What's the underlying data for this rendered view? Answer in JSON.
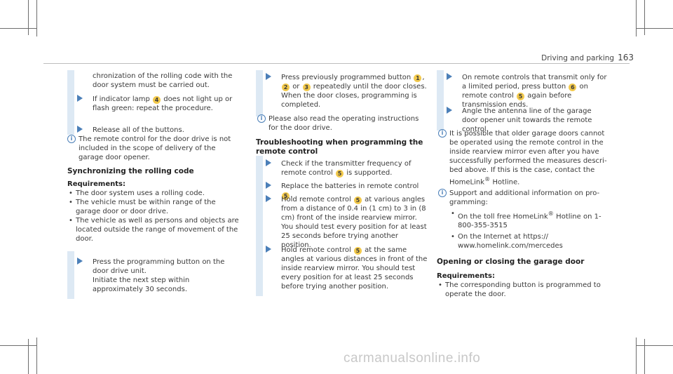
{
  "header": {
    "section": "Driving and parking",
    "page": "163"
  },
  "col1": {
    "intro": "chronization of the rolling code with the door system must be carried out.",
    "step1_pre": "If indicator lamp",
    "step1_num": "4",
    "step1_post": "does not light up or flash green: repeat the procedure.",
    "step2": "Release all of the buttons.",
    "note1": "The remote control for the door drive is not included in the scope of delivery of the garage door opener.",
    "heading": "Synchronizing the rolling code",
    "req_label": "Requirements:",
    "req_items": [
      "The door system uses a rolling code.",
      "The vehicle must be within range of the garage door or door drive.",
      "The vehicle as well as persons and objects are located outside the range of movement of the door."
    ],
    "step3a": "Press the programming button on the door drive unit.",
    "step3b": "Initiate the next step within approximately 30 seconds."
  },
  "col2": {
    "s1_a": "Press previously programmed button",
    "s1_n1": "1",
    "s1_sep": ",",
    "s1_n2": "2",
    "s1_b": "or",
    "s1_n3": "3",
    "s1_c": "repeatedly until the door closes. When the door closes, programming is com­pleted.",
    "note": "Please also read the operating instructions for the door drive.",
    "heading": "Troubleshooting when programming the remote control",
    "s2_a": "Check if the transmitter frequency of remote control",
    "s2_n": "5",
    "s2_b": "is supported.",
    "s3_a": "Replace the batteries in remote control",
    "s3_n": "5",
    "s3_b": ".",
    "s4_a": "Hold remote control",
    "s4_n": "5",
    "s4_b": "at various angles from a distance of 0.4 in (1 cm) to 3 in (8 cm) front of the inside rearview mirror. You should test every position for at least 25 seconds before trying another position.",
    "s5_a": "Hold remote control",
    "s5_n": "5",
    "s5_b": "at the same angles at various distances in front of the inside rear­view mirror. You should test every position for at least 25 seconds before trying another position."
  },
  "col3": {
    "s1_a": "On remote controls that transmit only for a limited period, press button",
    "s1_n": "6",
    "s1_b": "on remote control",
    "s1_n2": "5",
    "s1_c": "again before transmission ends.",
    "s2": "Angle the antenna line of the garage door opener unit towards the remote control.",
    "note1_a": "It is possible that older garage doors cannot be operated using the remote control in the inside rearview mirror even after you have successfully performed the measures descri­bed above. If this is the case, contact the HomeLink",
    "note1_sup": "®",
    "note1_b": " Hotline.",
    "note2": "Support and additional information on pro­gramming:",
    "b1_a": "On the toll free HomeLink",
    "b1_sup": "®",
    "b1_b": " Hotline on 1-800-355-3515",
    "b2_a": "On the Internet at https://",
    "b2_b": "www.homelink.com/mercedes",
    "heading": "Opening or closing the garage door",
    "req_label": "Requirements:",
    "req_item": "The corresponding button is programmed to operate the door."
  }
}
